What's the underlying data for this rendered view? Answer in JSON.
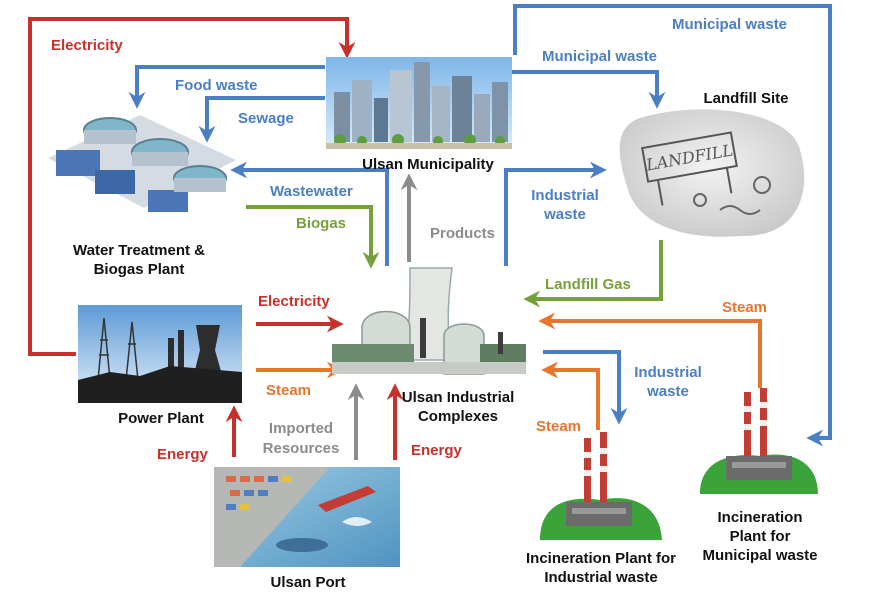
{
  "colors": {
    "red": "#c8312b",
    "blue": "#4a7fc4",
    "green": "#76a13a",
    "gray": "#8c8c8c",
    "orange": "#e8752c"
  },
  "nodes": {
    "municipality": "Ulsan Municipality",
    "landfill": "Landfill Site",
    "water_line1": "Water Treatment &",
    "water_line2": "Biogas Plant",
    "power": "Power Plant",
    "industrial_line1": "Ulsan Industrial",
    "industrial_line2": "Complexes",
    "port": "Ulsan Port",
    "incin_ind_line1": "Incineration Plant for",
    "incin_ind_line2": "Industrial waste",
    "incin_mun_line1": "Incineration",
    "incin_mun_line2": "Plant for",
    "incin_mun_line3": "Municipal waste",
    "landfill_sign": "LANDFILL"
  },
  "flows": {
    "electricity_top": "Electricity",
    "food_waste": "Food waste",
    "sewage": "Sewage",
    "municipal_waste_top": "Municipal waste",
    "municipal_waste_mid": "Municipal waste",
    "wastewater": "Wastewater",
    "biogas": "Biogas",
    "products": "Products",
    "industrial_waste_up_1": "Industrial",
    "industrial_waste_up_2": "waste",
    "landfill_gas": "Landfill Gas",
    "steam_right": "Steam",
    "electricity_power": "Electricity",
    "steam_power": "Steam",
    "industrial_waste_down_1": "Industrial",
    "industrial_waste_down_2": "waste",
    "steam_incin": "Steam",
    "energy_left": "Energy",
    "imported_1": "Imported",
    "imported_2": "Resources",
    "energy_port": "Energy"
  }
}
